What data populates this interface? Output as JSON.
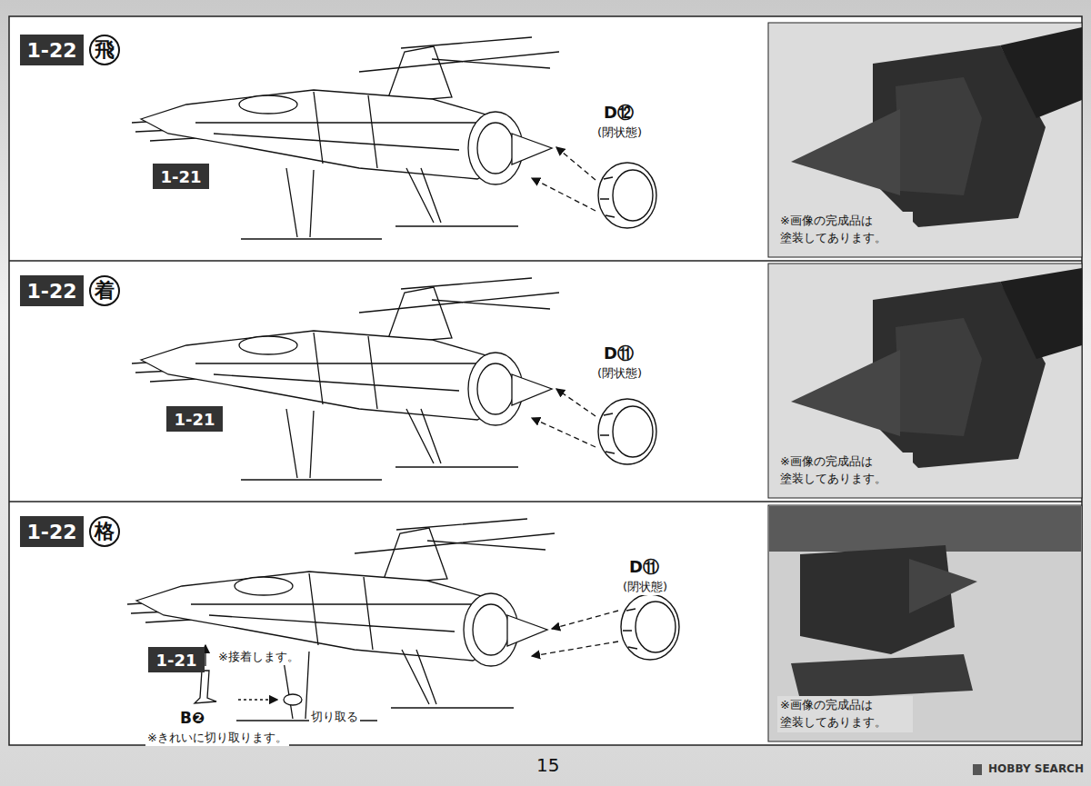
{
  "diagram": {
    "nodes": [
      {
        "text": [
          "1-22"
        ]
      },
      {
        "text": [
          "飛"
        ]
      },
      {
        "text": [
          "1-21"
        ]
      },
      {
        "text": [
          "※画像の完成品は 塗装してあります。"
        ]
      },
      {
        "text": [
          "1-22"
        ]
      },
      {
        "text": [
          "着"
        ]
      },
      {
        "text": [
          "1-21"
        ]
      },
      {
        "text": [
          "※画像の完成品は 塗装してあります。"
        ]
      },
      {
        "text": [
          "1-22"
        ]
      },
      {
        "text": [
          "格"
        ]
      },
      {
        "text": [
          "1-21"
        ]
      },
      {
        "text": [
          "※画像の完成品は 塗装してあります。"
        ]
      }
    ],
    "labels": [
      "D⑫",
      "(閉状態)",
      "D⑪",
      "(閉状態)",
      "D⑪",
      "(閉状態)",
      "※接着します。",
      "B❷",
      "※きれいに切り取ります。",
      "切り取る",
      "15",
      "HOBBY SEARCH"
    ]
  }
}
